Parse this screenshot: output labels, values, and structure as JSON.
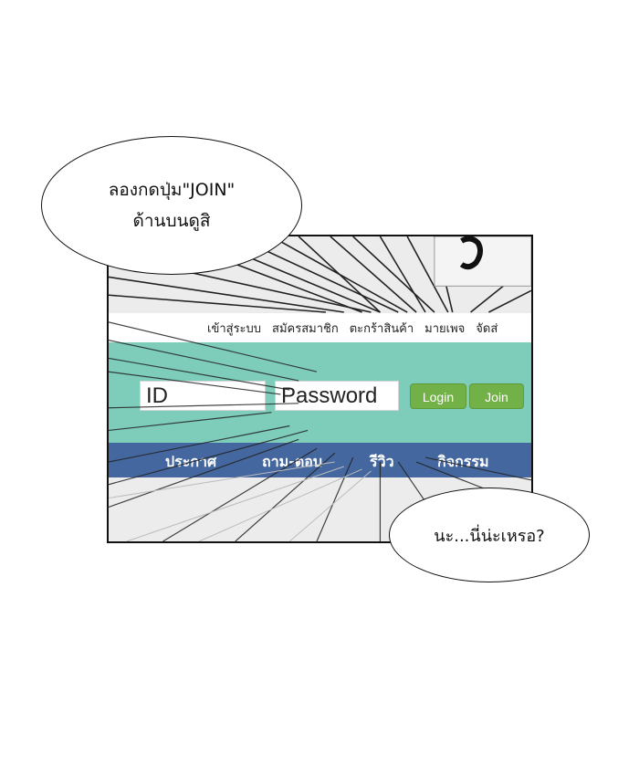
{
  "bubbles": {
    "top_left": {
      "line1": "ลองกดปุ่ม\"JOIN\"",
      "line2": "ด้านบนดูสิ"
    },
    "bottom_right": {
      "text": "นะ...นี่น่ะเหรอ?"
    }
  },
  "screen": {
    "top_nav": [
      "เข้าสู่ระบบ",
      "สมัครสมาชิก",
      "ตะกร้าสินค้า",
      "มายเพจ",
      "จัดส่"
    ],
    "login": {
      "id_placeholder": "ID",
      "password_placeholder": "Password",
      "login_label": "Login",
      "join_label": "Join"
    },
    "main_nav": [
      "ประกาศ",
      "ถาม-ตอบ",
      "รีวิว",
      "กิจกรรม"
    ]
  },
  "colors": {
    "login_bar": "#7ecdbb",
    "main_nav": "#44679f",
    "buttons": "#71b147"
  }
}
